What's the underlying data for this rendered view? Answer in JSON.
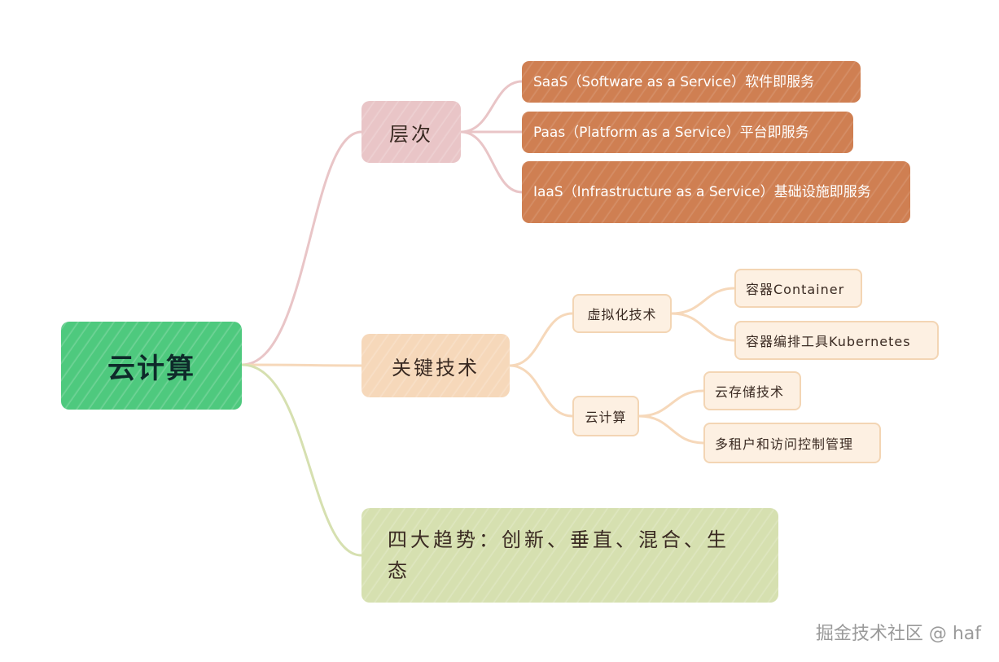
{
  "root": {
    "label": "云计算"
  },
  "branches": [
    {
      "label": "层次",
      "children": [
        "SaaS（Software as a Service）软件即服务",
        "Paas（Platform as a Service）平台即服务",
        "IaaS（Infrastructure as a Service）基础设施即服务"
      ]
    },
    {
      "label": "关键技术",
      "children": [
        {
          "label": "虚拟化技术",
          "children": [
            "容器Container",
            "容器编排工具Kubernetes"
          ]
        },
        {
          "label": "云计算",
          "children": [
            "云存储技术",
            "多租户和访问控制管理"
          ]
        }
      ]
    },
    {
      "label_line1": "四大趋势：创新、垂直、混合、生",
      "label_line2": "态"
    }
  ],
  "colors": {
    "root": "#4ec97e",
    "branch_layers": "#e9c5c7",
    "branch_tech": "#f6d8ba",
    "branch_trends": "#d6e0b0",
    "leaf_dark": "#cf7f52",
    "leaf_light": "#fdf0e2"
  },
  "watermark": "掘金技术社区 @ haf"
}
